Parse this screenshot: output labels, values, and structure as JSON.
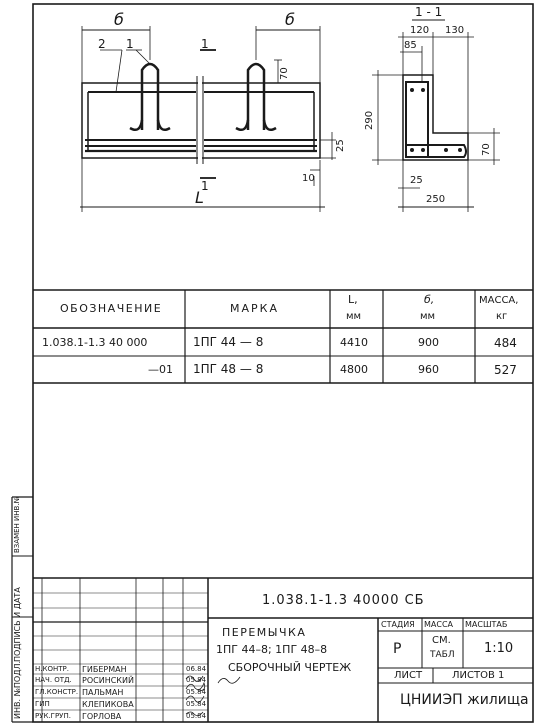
{
  "drawing": {
    "dim_b_left": "б",
    "dim_b_right": "б",
    "callout_2": "2",
    "callout_1": "1",
    "section_mark_top": "1",
    "section_mark_bottom": "1",
    "dim_70_top": "70",
    "dim_25": "25",
    "dim_10": "10",
    "dim_L": "L"
  },
  "section": {
    "title": "1 - 1",
    "dim_120": "120",
    "dim_130": "130",
    "dim_85": "85",
    "dim_290": "290",
    "dim_70": "70",
    "dim_25": "25",
    "dim_250": "250"
  },
  "table": {
    "headers": {
      "designation": "ОБОЗНАЧЕНИЕ",
      "mark": "МАРКА",
      "L": "L,",
      "L_unit": "мм",
      "b": "б,",
      "b_unit": "мм",
      "mass": "МАССА,",
      "mass_unit": "кг"
    },
    "rows": [
      {
        "designation": "1.038.1-1.3  40 000",
        "mark": "1ПГ 44 — 8",
        "L": "4410",
        "b": "900",
        "mass": "484"
      },
      {
        "designation": "—01",
        "mark": "1ПГ 48 — 8",
        "L": "4800",
        "b": "960",
        "mass": "527"
      }
    ]
  },
  "margin": {
    "label_1": "ИНВ. №ПОДЛ.",
    "label_2": "ПОДПИСЬ И ДАТА",
    "label_3": "ВЗАМЕН ИНВ.№"
  },
  "title_block": {
    "doc_code": "1.038.1-1.3  40000  СБ",
    "name_1": "ПЕРЕМЫЧКА",
    "name_2": "1ПГ 44–8;  1ПГ 48–8",
    "name_3": "СБОРОЧНЫЙ ЧЕРТЕЖ",
    "stage_h": "СТАДИЯ",
    "mass_h": "МАССА",
    "scale_h": "МАСШТАБ",
    "stage_v": "Р",
    "mass_v1": "СМ.",
    "mass_v2": "ТАБЛ",
    "scale_v": "1:10",
    "sheet_h": "ЛИСТ",
    "sheets_h": "ЛИСТОВ 1",
    "org": "ЦНИИЭП жилища",
    "staff": [
      {
        "role": "Н.КОНТР.",
        "name": "ГИБЕРМАН",
        "date": "06.84"
      },
      {
        "role": "НАЧ. ОТД.",
        "name": "РОСИНСКИЙ",
        "date": "05.84"
      },
      {
        "role": "ГЛ.КОНСТР.",
        "name": "ПАЛЬМАН",
        "date": "05.84"
      },
      {
        "role": "ГИП",
        "name": "КЛЕПИКОВА",
        "date": "05.84"
      },
      {
        "role": "РУК.ГРУП.",
        "name": "ГОРЛОВА",
        "date": "05.84"
      }
    ]
  }
}
